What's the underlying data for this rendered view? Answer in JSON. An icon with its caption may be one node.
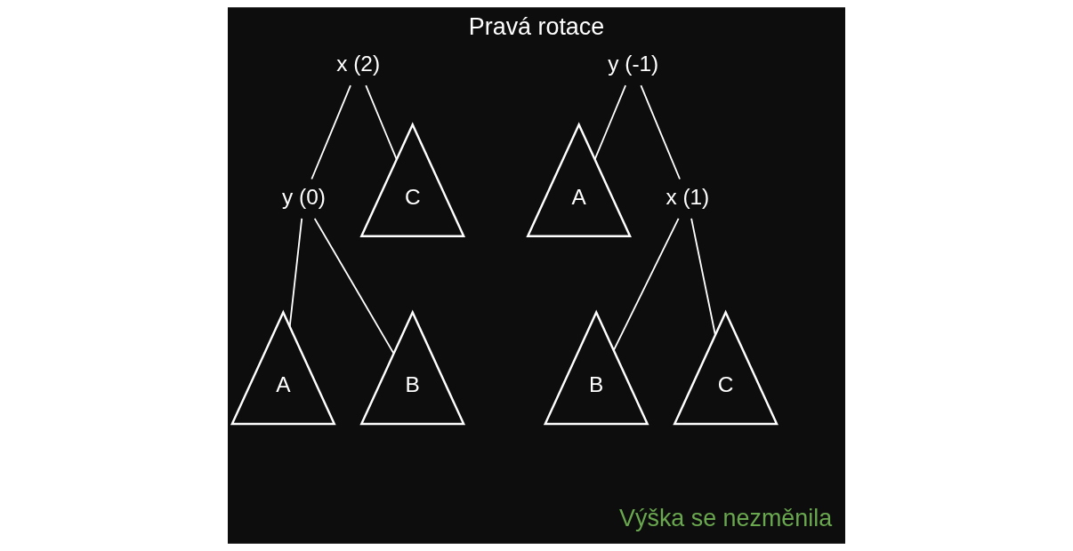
{
  "diagram": {
    "title": "Pravá rotace",
    "nodes": [
      {
        "text": [
          "x (2)"
        ]
      },
      {
        "text": [
          "y (0)"
        ]
      },
      {
        "text": [
          "A"
        ]
      },
      {
        "text": [
          "B"
        ]
      },
      {
        "text": [
          "C"
        ]
      },
      {
        "text": [
          "y (-1)"
        ]
      },
      {
        "text": [
          "A"
        ]
      },
      {
        "text": [
          "x (1)"
        ]
      },
      {
        "text": [
          "B"
        ]
      },
      {
        "text": [
          "C"
        ]
      }
    ],
    "edges": [
      {
        "from": 0,
        "to": 1,
        "arrow": "none"
      },
      {
        "from": 0,
        "to": 4,
        "arrow": "none"
      },
      {
        "from": 1,
        "to": 2,
        "arrow": "none"
      },
      {
        "from": 1,
        "to": 3,
        "arrow": "none"
      },
      {
        "from": 5,
        "to": 6,
        "arrow": "none"
      },
      {
        "from": 5,
        "to": 7,
        "arrow": "none"
      },
      {
        "from": 7,
        "to": 8,
        "arrow": "none"
      },
      {
        "from": 7,
        "to": 9,
        "arrow": "none"
      }
    ],
    "labels": [
      "Výška se nezměnila"
    ]
  }
}
